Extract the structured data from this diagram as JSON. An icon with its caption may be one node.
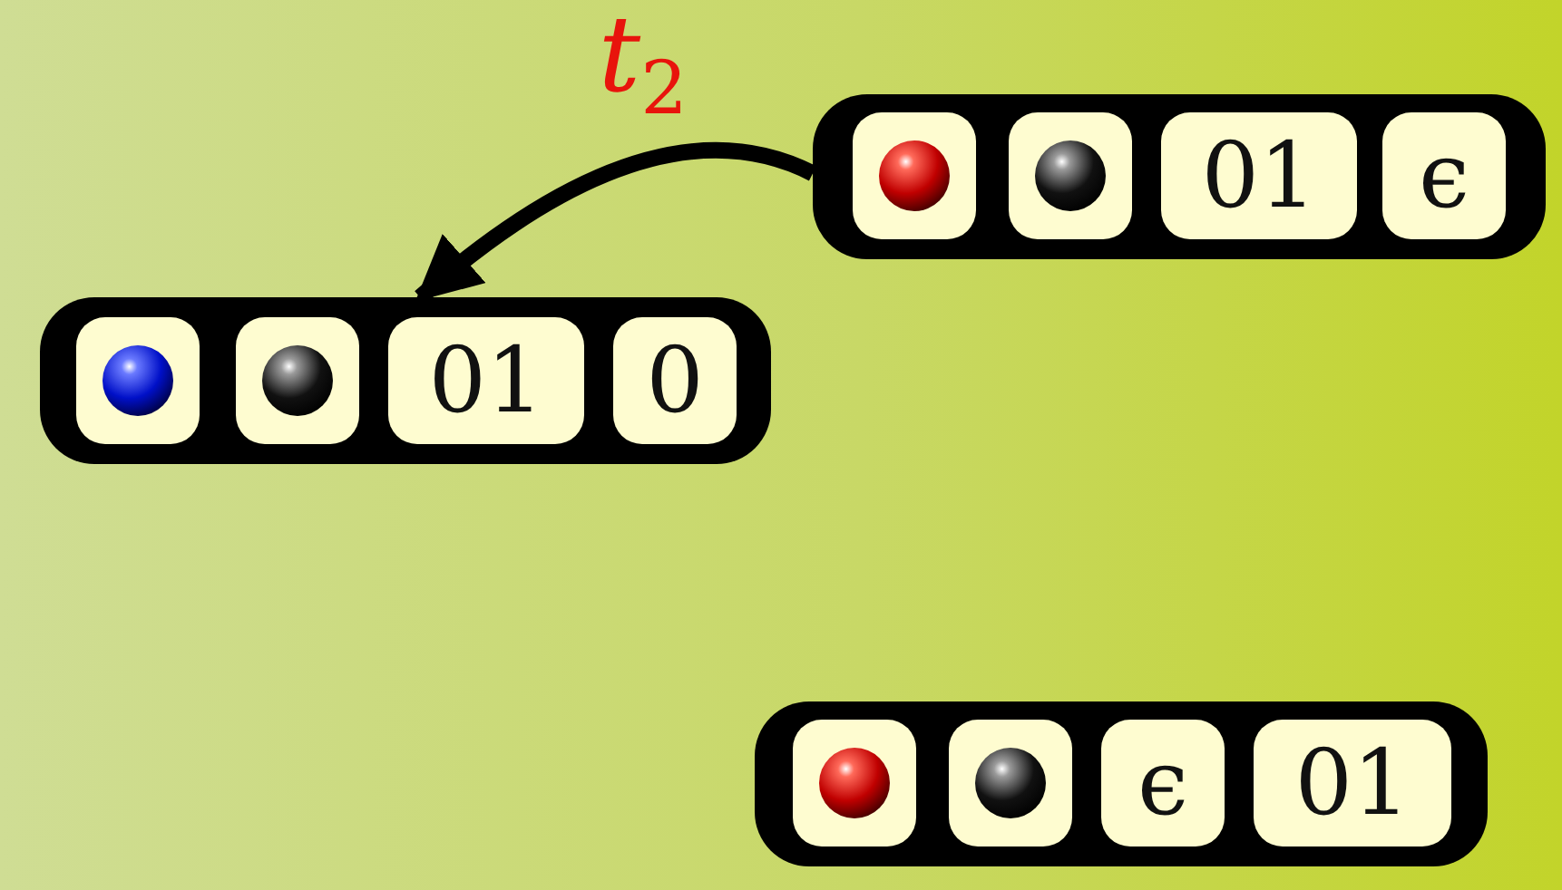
{
  "diagram": {
    "nodes": [
      {
        "text": [],
        "shape": "bar"
      },
      {
        "text": [],
        "shape": "box",
        "in": 0
      },
      {
        "text": [],
        "shape": "box",
        "in": 0
      },
      {
        "text": [
          "01"
        ],
        "in": 0
      },
      {
        "text": [
          "ϵ"
        ],
        "in": 0
      },
      {
        "text": [],
        "shape": "bar"
      },
      {
        "text": [],
        "shape": "box",
        "in": 5
      },
      {
        "text": [],
        "shape": "box",
        "in": 5
      },
      {
        "text": [
          "01"
        ],
        "in": 5
      },
      {
        "text": [
          "0"
        ],
        "in": 5
      },
      {
        "text": [],
        "shape": "bar"
      },
      {
        "text": [],
        "shape": "box",
        "in": 10
      },
      {
        "text": [],
        "shape": "box",
        "in": 10
      },
      {
        "text": [
          "ϵ"
        ],
        "in": 10
      },
      {
        "text": [
          "01"
        ],
        "in": 10
      }
    ],
    "edges": [
      {
        "from": 0,
        "to": 5,
        "arrow": "to",
        "label": "t$_{2}$"
      }
    ]
  }
}
